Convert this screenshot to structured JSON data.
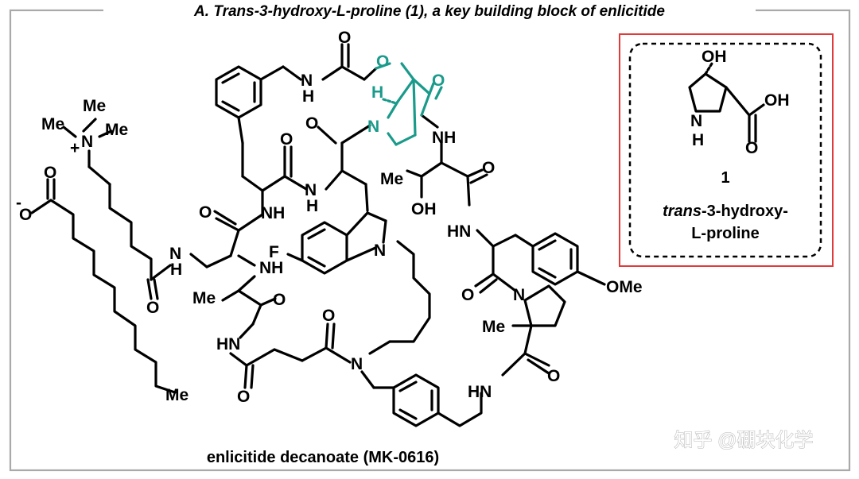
{
  "title": "A. Trans-3-hydroxy-L-proline (1), a key building block of enlicitide",
  "caption": "enlicitide decanoate (MK-0616)",
  "inset": {
    "compound_number": "1",
    "name_italic": "trans",
    "name_rest_line1": "-3-hydroxy-",
    "name_line2": "L-proline",
    "atoms": {
      "oh": "OH",
      "cooh": "OH",
      "o": "O",
      "nh": "N",
      "h": "H"
    }
  },
  "labels": {
    "me": "Me",
    "n": "N",
    "o": "O",
    "nh": "NH",
    "hn": "HN",
    "h": "H",
    "oh": "OH",
    "f": "F",
    "ome": "OMe",
    "plus": "+",
    "minus": "-"
  },
  "colors": {
    "highlight": "#1a9a8a",
    "inset_border": "#e03a3a",
    "frame": "#a9a9a9"
  },
  "watermark": "知乎 @硼块化学"
}
